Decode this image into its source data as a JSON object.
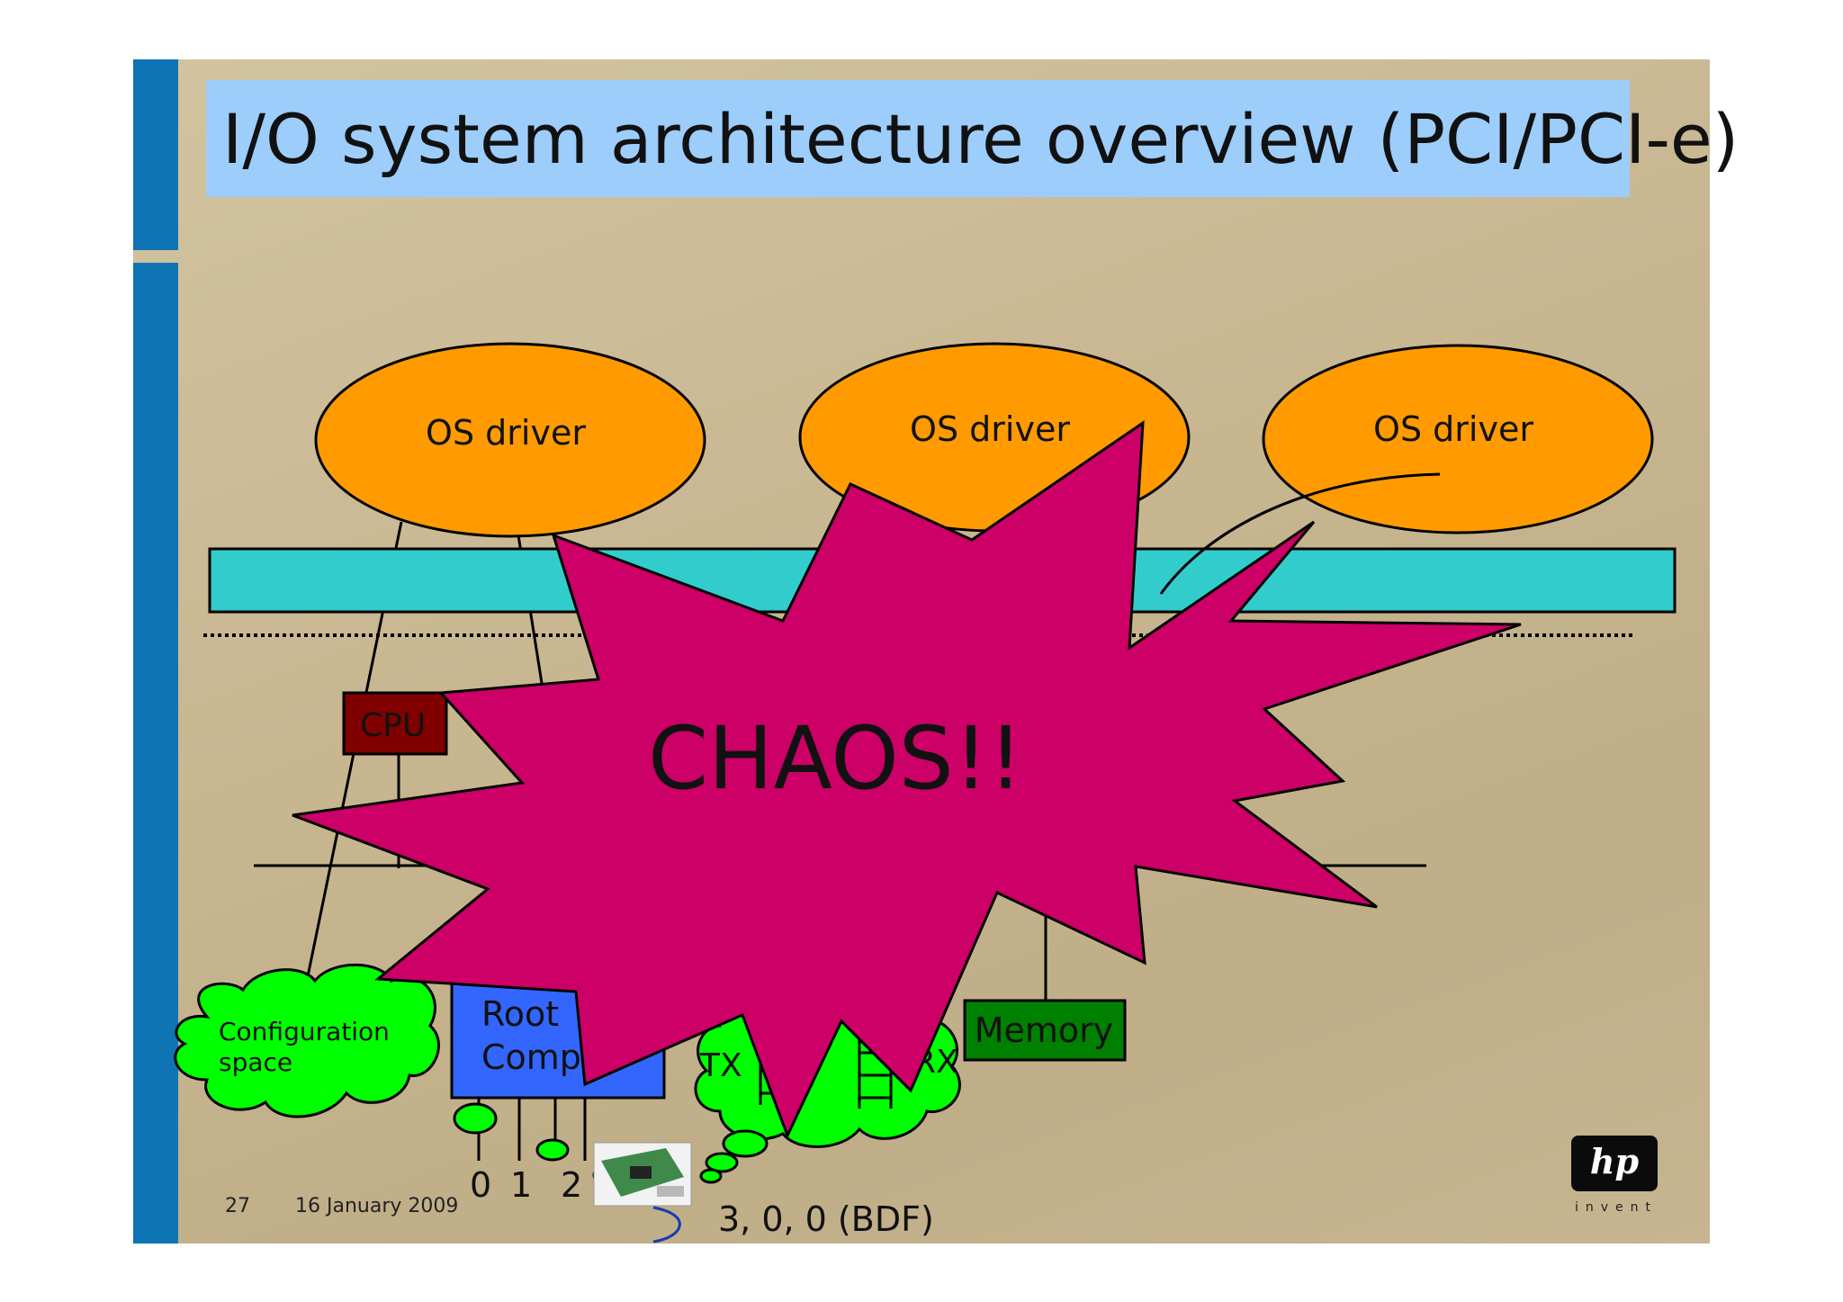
{
  "slide": {
    "title": "I/O system architecture overview (PCI/PCI-e)",
    "footer": {
      "page_number": "27",
      "date": "16 January 2009"
    },
    "logo": {
      "mark": "hp",
      "tagline": "invent"
    }
  },
  "diagram": {
    "os_drivers": [
      "OS driver",
      "OS driver",
      "OS driver"
    ],
    "cpu_label": "CPU",
    "root_complex_label": [
      "Root",
      "Comp"
    ],
    "memory_label": "Memory",
    "config_space_label": [
      "Configuration",
      "space"
    ],
    "tx_label": "TX",
    "rx_label": "RX",
    "bus_numbers": [
      "0",
      "1",
      "2"
    ],
    "bdf_label": "3, 0, 0 (BDF)",
    "chaos_label": "CHAOS!!"
  },
  "colors": {
    "left_bar": "#0f74b4",
    "title_box": "#9dcdfa",
    "os_driver": "#ff9b00",
    "bus_bar": "#33cccc",
    "cpu": "#800000",
    "root_complex": "#3366ff",
    "memory": "#008000",
    "cloud": "#00ff00",
    "chaos": "#cc0066"
  }
}
